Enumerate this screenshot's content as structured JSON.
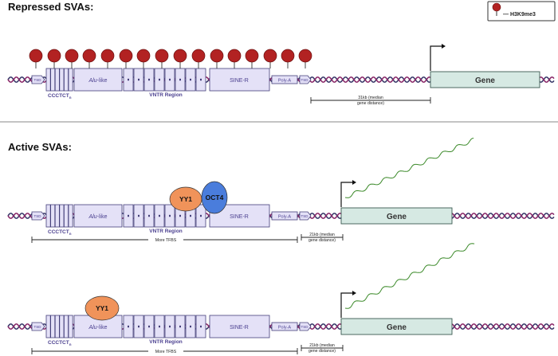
{
  "sections": {
    "repressed_title": "Repressed SVAs:",
    "active_title": "Active SVAs:"
  },
  "legend": {
    "label": "— H3K9me3"
  },
  "labels": {
    "tsd": "TSD",
    "ccctct": "CCCTCT",
    "ccctct_sub": "n",
    "alu_italic": "Alu",
    "alu_rest": "-like",
    "vntr_region": "VNTR Region",
    "sine_r": "SINE-R",
    "poly_a": "Poly-A",
    "gene": "Gene",
    "yy1": "YY1",
    "oct4": "OCT4",
    "more_tfbs": "More TFBS"
  },
  "distances": {
    "repressed": [
      "31kb (median",
      "gene distance)"
    ],
    "active1": [
      "21kb (median",
      "gene distance)"
    ],
    "active2": [
      "21kb (median",
      "gene distance)"
    ]
  },
  "colors": {
    "module_fill": "#e4e1f7",
    "module_stroke": "#45407a",
    "gene_fill": "#d6e9e3",
    "gene_stroke": "#3a5a50",
    "dna_strand": "#8a2a6a",
    "dna_strand_2": "#3a3a6a",
    "h3k9me3": "#b22222",
    "yy1": "#f0935a",
    "oct4": "#4a7ddc",
    "transcript": "#3c8a2a",
    "label_text": "#4a3f8f"
  }
}
